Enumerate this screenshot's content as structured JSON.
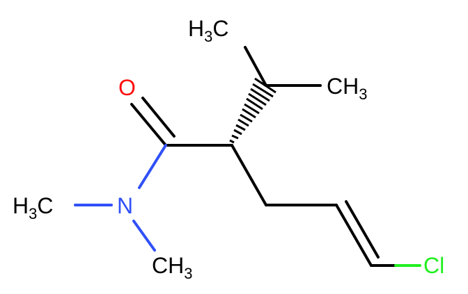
{
  "molecule": {
    "atoms": {
      "o": {
        "symbol": "O",
        "color": "#ff0d0d"
      },
      "n": {
        "symbol": "N",
        "color": "#3050f8"
      },
      "cl": {
        "symbol": "Cl",
        "color": "#1ff01f"
      },
      "me_top": {
        "main": "H",
        "sub": "3",
        "tail": "C"
      },
      "me_right": {
        "main": "CH",
        "sub": "3"
      },
      "me_n_left": {
        "main": "H",
        "sub": "3",
        "tail": "C"
      },
      "me_n_bottom": {
        "main": "CH",
        "sub": "3"
      }
    },
    "stereo": {
      "center": "C2",
      "bond_type": "hashed-wedge"
    },
    "colors": {
      "carbon": "#000000",
      "oxygen": "#ff0d0d",
      "nitrogen": "#3050f8",
      "chlorine": "#1ff01f",
      "background": "#ffffff"
    }
  }
}
